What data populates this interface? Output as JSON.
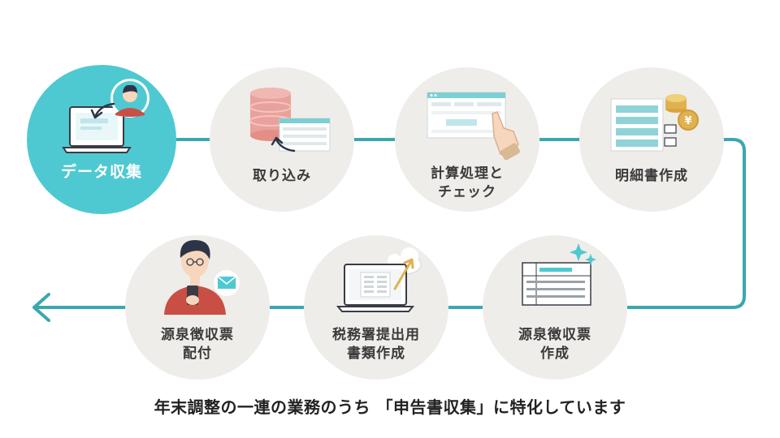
{
  "colors": {
    "accent": "#4fc9d1",
    "flow_line": "#3aa8ae",
    "step_bg": "#efedea",
    "illustration_dark": "#3b3b46",
    "coral": "#e9a19b",
    "gold": "#e0b24f",
    "skin": "#f6d7bd",
    "shirt": "#c94f45"
  },
  "steps": [
    {
      "label": "データ収集",
      "icon": "person-laptop-icon",
      "active": true
    },
    {
      "label": "取り込み",
      "icon": "database-import-icon",
      "active": false
    },
    {
      "label": "計算処理と\nチェック",
      "icon": "spreadsheet-tap-icon",
      "active": false
    },
    {
      "label": "明細書作成",
      "icon": "statement-coins-icon",
      "active": false
    },
    {
      "label": "源泉徴収票\n作成",
      "icon": "document-sparkle-icon",
      "active": false
    },
    {
      "label": "税務署提出用\n書類作成",
      "icon": "laptop-cloud-upload-icon",
      "active": false
    },
    {
      "label": "源泉徴収票\n配付",
      "icon": "person-phone-mail-icon",
      "active": false
    }
  ],
  "caption": "年末調整の一連の業務のうち 「申告書収集」に特化しています"
}
